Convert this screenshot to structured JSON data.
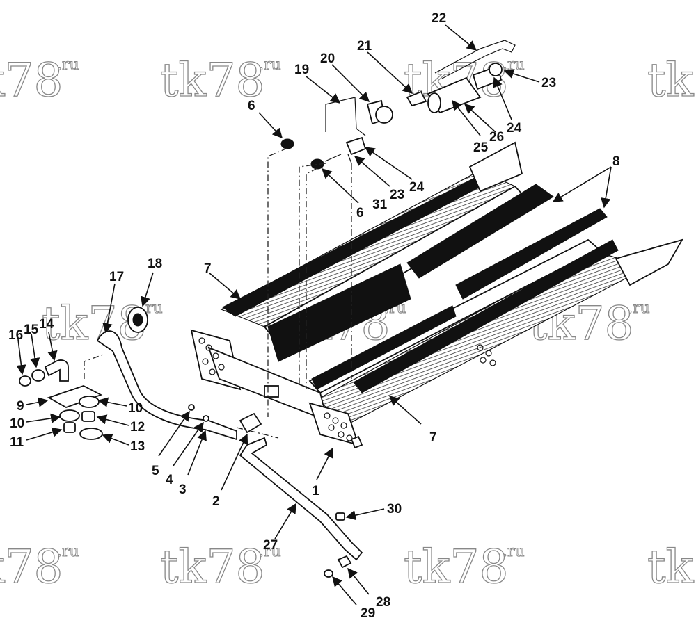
{
  "watermark": {
    "main": "tk78",
    "suffix": ".ru"
  },
  "callouts": [
    "1",
    "2",
    "3",
    "4",
    "5",
    "6",
    "6",
    "7",
    "7",
    "8",
    "9",
    "10",
    "10",
    "11",
    "12",
    "13",
    "14",
    "15",
    "16",
    "17",
    "18",
    "19",
    "20",
    "21",
    "22",
    "23",
    "23",
    "24",
    "24",
    "25",
    "26",
    "27",
    "28",
    "29",
    "30",
    "31"
  ],
  "colors": {
    "ink": "#111111",
    "background": "#ffffff",
    "watermark": "#888888"
  }
}
